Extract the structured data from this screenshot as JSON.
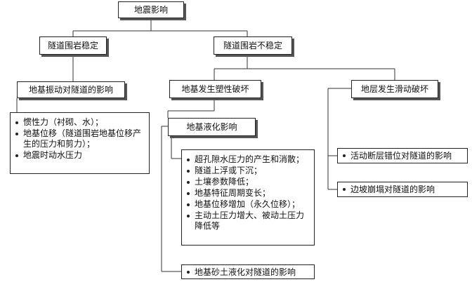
{
  "nodes": {
    "root": "地震影响",
    "stable": "隧道围岩稳定",
    "unstable": "隧道围岩不稳定",
    "vibration": "地基振动对隧道的影响",
    "plastic": "地基发生塑性破坏",
    "slide": "地层发生滑动破坏",
    "liquefaction": "地基液化影响",
    "sand_liquefaction": "地基砂土液化对隧道的影响",
    "fault": "活动断层错位对隧道的影响",
    "slope": "边坡崩塌对隧道的影响"
  },
  "lists": {
    "vibration_items": [
      "惯性力（衬砌、水）；",
      "地基位移（隧道围岩地基位移产生的压力和剪力）；",
      "地震时动水压力"
    ],
    "liquefaction_items": [
      "超孔隙水压力的产生和消散；",
      "隧道上浮或下沉；",
      "土壤参数降低；",
      "地基特征周期变长；",
      "地基位移增加（永久位移）；",
      "主动土压力增大、被动土压力降低等"
    ]
  }
}
